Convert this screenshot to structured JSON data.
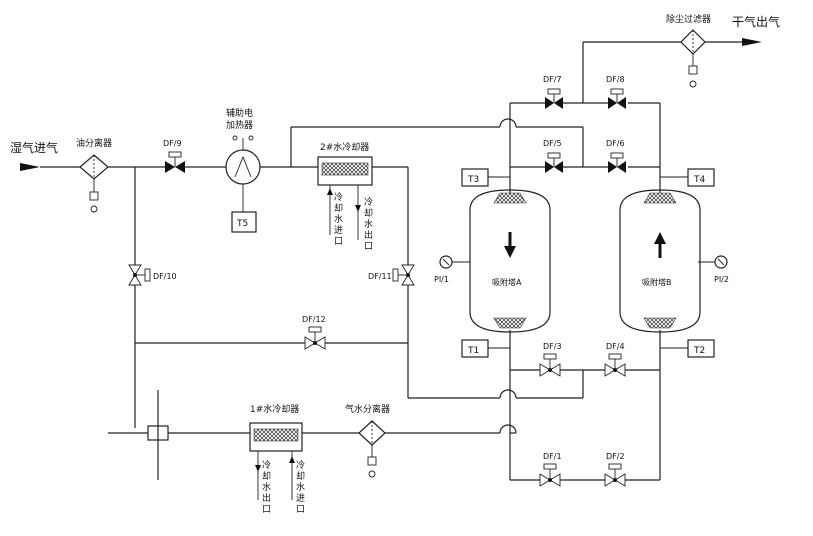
{
  "inlet": "湿气进气",
  "outlet": "干气出气",
  "oil_separator": "油分离器",
  "dust_filter": "除尘过滤器",
  "heater_lines": [
    "辅助电",
    "加热器"
  ],
  "cooler2": "2#水冷却器",
  "cooler1": "1#水冷却器",
  "water_separator": "气水分离器",
  "tower_a": "吸附塔A",
  "tower_b": "吸附塔B",
  "pi1": "PI/1",
  "pi2": "PI/2",
  "t1": "T1",
  "t2": "T2",
  "t3": "T3",
  "t4": "T4",
  "t5": "T5",
  "valves": {
    "df1": "DF/1",
    "df2": "DF/2",
    "df3": "DF/3",
    "df4": "DF/4",
    "df5": "DF/5",
    "df6": "DF/6",
    "df7": "DF/7",
    "df8": "DF/8",
    "df9": "DF/9",
    "df10": "DF/10",
    "df11": "DF/11",
    "df12": "DF/12"
  },
  "cw_in_chars": [
    "冷",
    "却",
    "水",
    "进",
    "口"
  ],
  "cw_out_chars": [
    "冷",
    "却",
    "水",
    "出",
    "口"
  ]
}
